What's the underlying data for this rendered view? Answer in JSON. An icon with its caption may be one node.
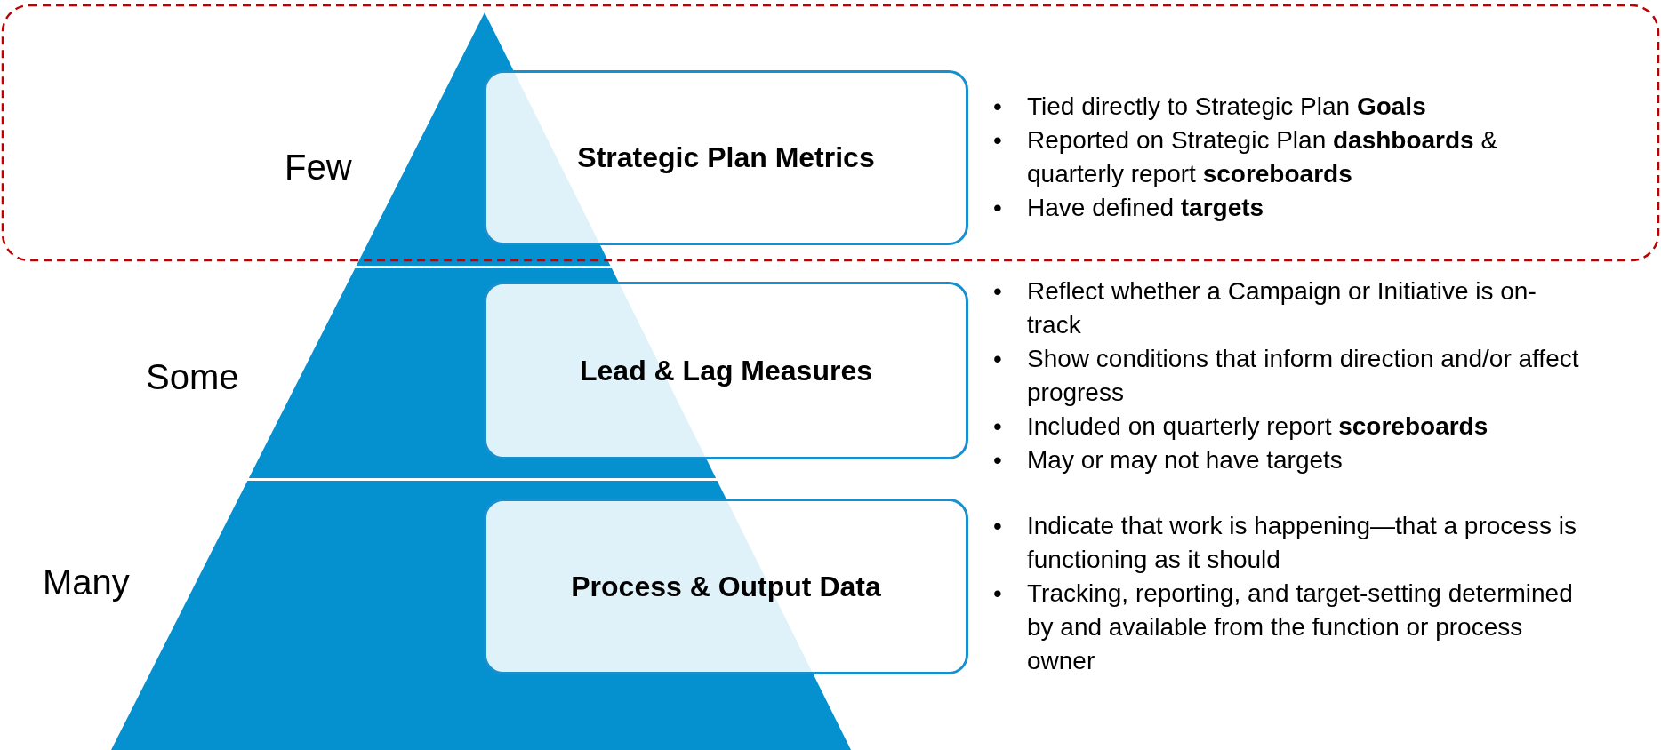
{
  "diagram": {
    "nodes": [
      {
        "text": [
          "Strategic Plan Metrics"
        ],
        "beside": [
          "•\tTied directly to Strategic Plan **Goals**",
          "•\tReported on Strategic Plan **dashboards** & quarterly report **scoreboards**",
          "•\tHave defined **targets**"
        ]
      },
      {
        "text": [
          "Lead & Lag Measures"
        ],
        "beside": [
          "•\tReflect whether a Campaign or Initiative is on-track",
          "•\tShow conditions that inform direction and/or affect progress",
          "•\tIncluded on quarterly report **scoreboards**",
          "•\tMay or may not have targets"
        ]
      },
      {
        "text": [
          "Process & Output Data"
        ],
        "beside": [
          "•\tIndicate that work is happening—that a process is functioning as it should",
          "•\tTracking, reporting, and target-setting determined by and available from the function or process owner"
        ]
      }
    ],
    "labels": [
      "Few",
      "Some",
      "Many"
    ]
  }
}
